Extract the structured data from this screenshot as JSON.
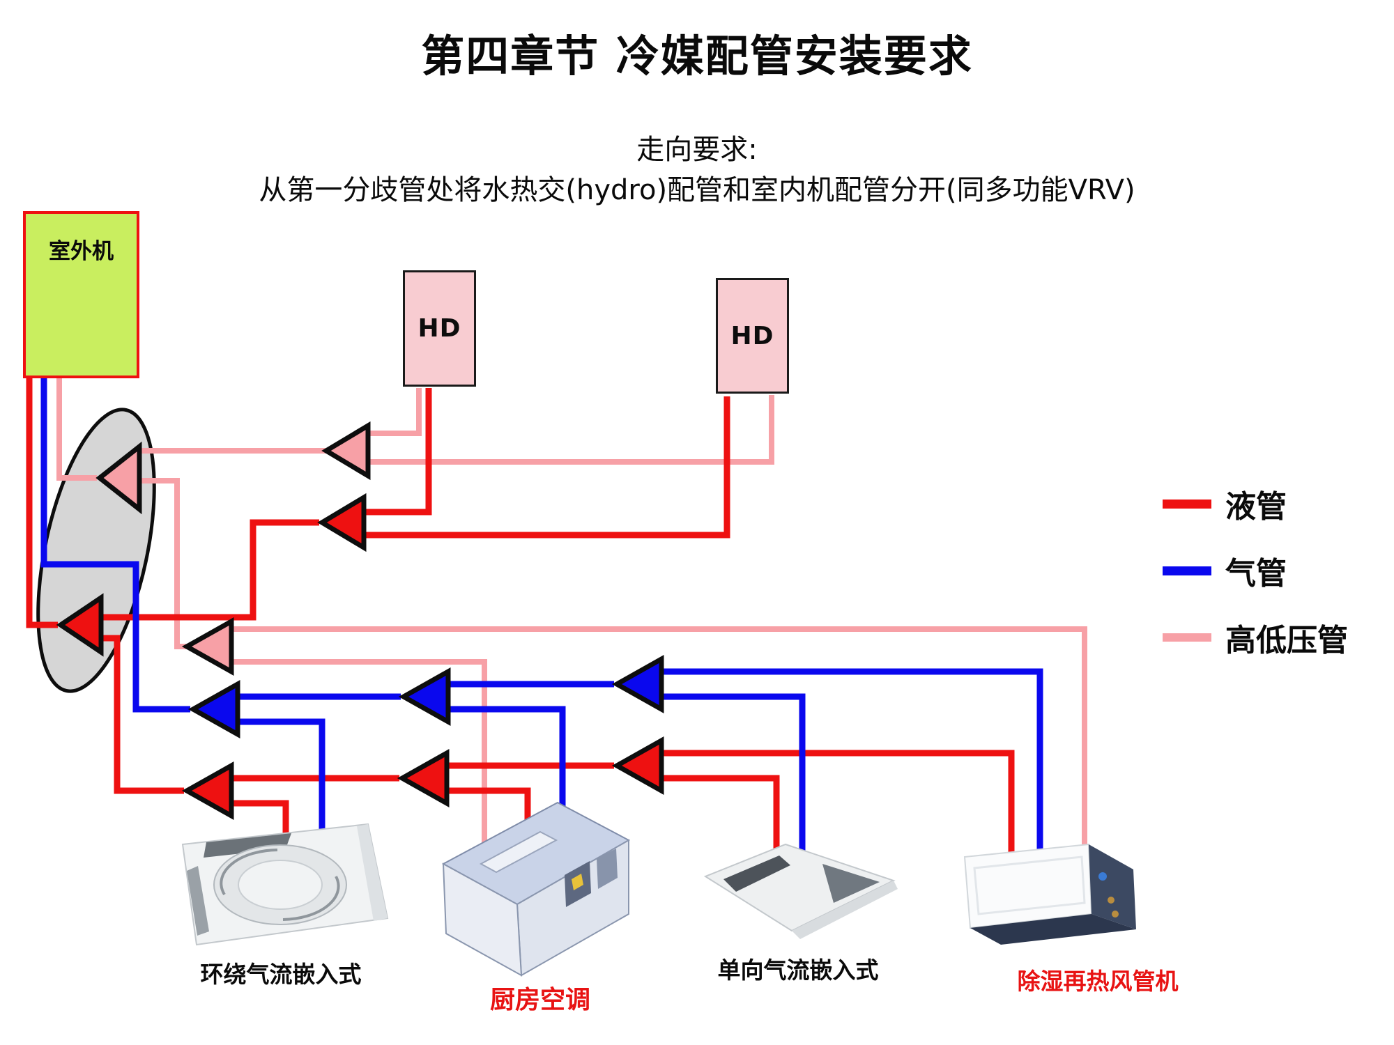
{
  "header": {
    "title": "第四章节 冷媒配管安装要求",
    "subtitle1": "走向要求:",
    "subtitle2": "从第一分歧管处将水热交(hydro)配管和室内机配管分开(同多功能VRV)"
  },
  "outdoor_unit": {
    "label": "室外机"
  },
  "hydro_units": [
    {
      "label": "HD"
    },
    {
      "label": "HD"
    }
  ],
  "legend": {
    "items": [
      {
        "name": "liquid-pipe",
        "label": "液管",
        "color": "#ee1111"
      },
      {
        "name": "gas-pipe",
        "label": "气管",
        "color": "#0a08ee"
      },
      {
        "name": "high-low-pressure-pipe",
        "label": "高低压管",
        "color": "#f7a0a6"
      }
    ]
  },
  "indoor_units": [
    {
      "label": "环绕气流嵌入式",
      "type": "round-flow-cassette"
    },
    {
      "label": "厨房空调",
      "type": "kitchen-air-conditioner"
    },
    {
      "label": "单向气流嵌入式",
      "type": "one-way-flow-cassette"
    },
    {
      "label": "除湿再热风管机",
      "type": "dehumidify-reheat-duct-unit"
    }
  ],
  "colors": {
    "liquid": "#ee1111",
    "gas": "#0a08ee",
    "hplp": "#f7a0a6",
    "outdoor_fill": "#c9ee5f",
    "outdoor_border": "#ee1111",
    "hd_fill": "#f8ccd1",
    "hd_border": "#1a1a1a",
    "ellipse_fill": "#d6d6d6",
    "red_label": "#e81313"
  }
}
